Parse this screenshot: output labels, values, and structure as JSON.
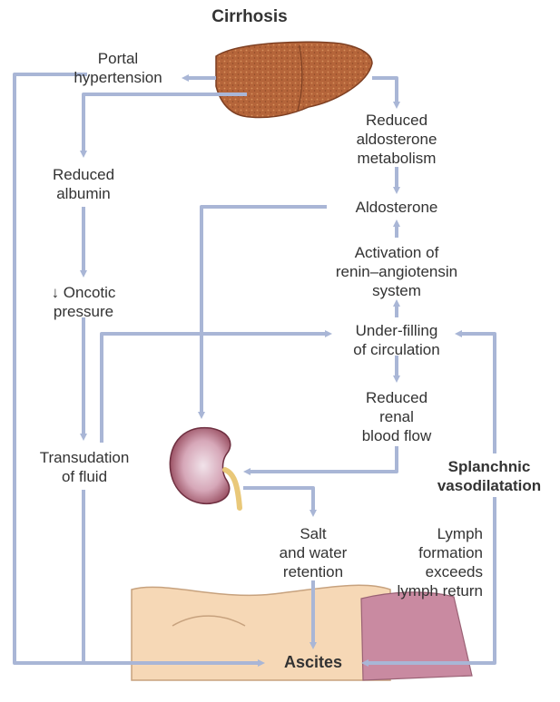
{
  "diagram": {
    "title": "Cirrhosis",
    "nodes": {
      "portal_hypertension": "Portal\nhypertension",
      "reduced_albumin": "Reduced\nalbumin",
      "oncotic_pressure": "↓ Oncotic\npressure",
      "transudation": "Transudation\nof fluid",
      "reduced_aldosterone_metabolism": "Reduced\naldosterone\nmetabolism",
      "aldosterone": "Aldosterone",
      "activation_ras": "Activation of\nrenin–angiotensin\nsystem",
      "underfilling": "Under-filling\nof circulation",
      "reduced_renal_blood_flow": "Reduced\nrenal\nblood flow",
      "splanchnic_vasodilatation": "Splanchnic\nvasodilatation",
      "salt_water_retention": "Salt\nand water\nretention",
      "lymph_formation": "Lymph\nformation\nexceeds\nlymph return",
      "ascites": "Ascites"
    },
    "colors": {
      "arrow": "#a9b6d6",
      "text": "#333333",
      "liver": "#b5653a",
      "kidney": "#8e3f52",
      "skin": "#f6d8b6",
      "clothing": "#c98aa1"
    },
    "icons": [
      "liver-illustration",
      "kidney-illustration",
      "patient-abdomen-illustration"
    ]
  }
}
